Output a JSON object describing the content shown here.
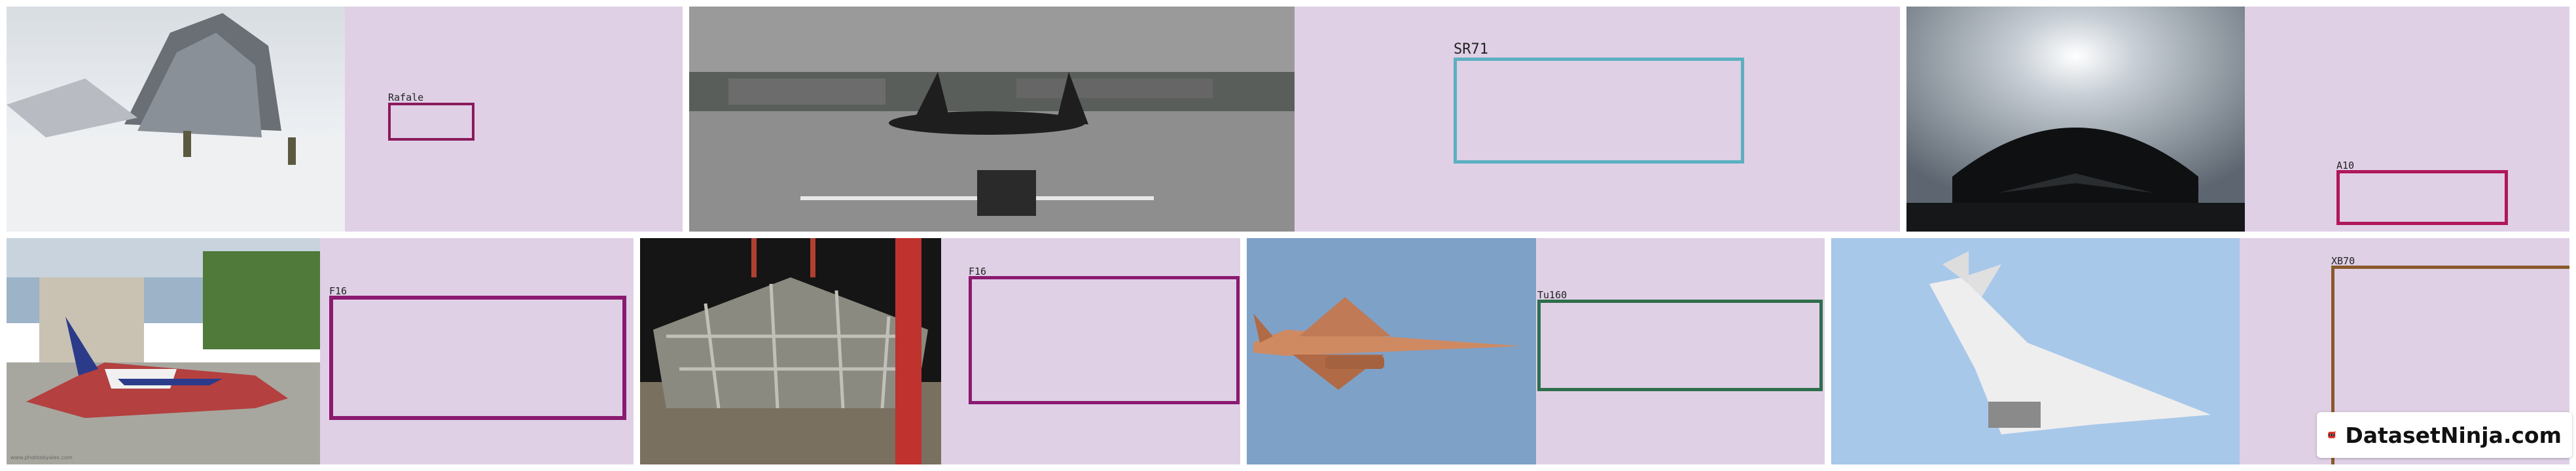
{
  "tiles": [
    {
      "id": "rafale",
      "label": "Rafale",
      "box_color": "#8b1a5b"
    },
    {
      "id": "sr71",
      "label": "SR71",
      "box_color": "#5bb0c0"
    },
    {
      "id": "a10",
      "label": "A10",
      "box_color": "#b0185a"
    },
    {
      "id": "f16a",
      "label": "F16",
      "box_color": "#8b1a70",
      "watermark": "www.photosbyalex.com"
    },
    {
      "id": "f16b",
      "label": "F16",
      "box_color": "#8b1a70"
    },
    {
      "id": "tu160",
      "label": "Tu160",
      "box_color": "#2e6e4a"
    },
    {
      "id": "xb70",
      "label": "XB70",
      "box_color": "#8a5a2a"
    }
  ],
  "branding": {
    "text": "DatasetNinja.com",
    "icon": "ninja-mascot-icon"
  }
}
